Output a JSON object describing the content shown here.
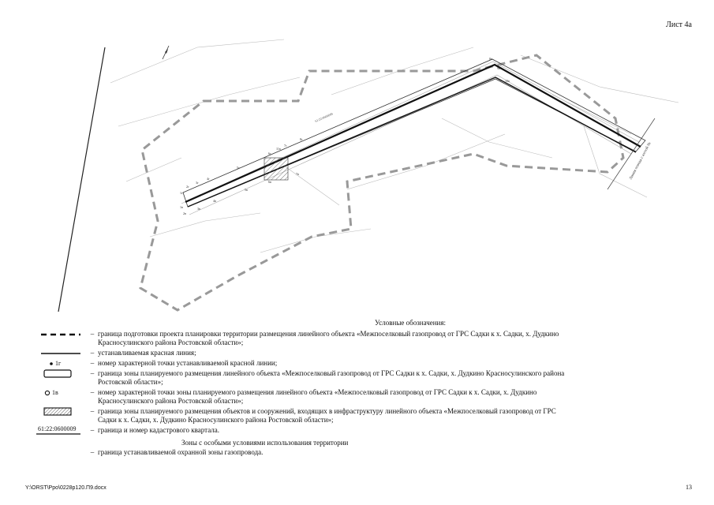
{
  "sheet_label": "Лист 4а",
  "map": {
    "cadastral_quarter_label": "61:22:0600009",
    "protection_zone_label": "Линия отвода с юстой №",
    "point_labels": [
      "1г",
      "2г",
      "3г",
      "4г",
      "5г",
      "6г",
      "7г",
      "8г",
      "1в",
      "2в",
      "3в",
      "4в",
      "5в",
      "6в",
      "7в",
      "8в",
      "9в",
      "10в",
      "11в"
    ]
  },
  "legend": {
    "title": "Условные обозначения:",
    "items": [
      {
        "text": "граница подготовки проекта планировки территории  размещения линейного объекта «Межпоселковый газопровод от ГРС Садки к х. Садки, х. Дудкино Красносулинского района Ростовской области»;"
      },
      {
        "text": "устанавливаемая красная линия;"
      },
      {
        "symbol_label": "1г",
        "text": "номер характерной точки устанавливаемой красной линии;"
      },
      {
        "text": "граница зоны планируемого размещения линейного объекта «Межпоселковый газопровод от ГРС Садки к х. Садки, х. Дудкино Красносулинского района Ростовской области»;"
      },
      {
        "symbol_label": "1в",
        "text": "номер характерной точки  зоны планируемого размещения  линейного объекта «Межпоселковый газопровод от ГРС Садки к х. Садки, х. Дудкино Красносулинского района Ростовской области»;"
      },
      {
        "text": "граница зоны планируемого размещения объектов и сооружений, входящих в инфраструктуру линейного объекта «Межпоселковый газопровод от ГРС Садки к х. Садки, х. Дудкино Красносулинского района Ростовской области»;"
      },
      {
        "symbol_label": "61:22:0600009",
        "text": "граница и номер кадастрового квартала."
      }
    ],
    "zones_title": "Зоны с особыми условиями использования территории",
    "zones_item": "граница устанавливаемой охранной зоны газопровода.",
    "dash_char": "–"
  },
  "footer": {
    "path": "Y:\\ORST\\Ppo\\0228p120.П9.docx",
    "page": "13"
  }
}
